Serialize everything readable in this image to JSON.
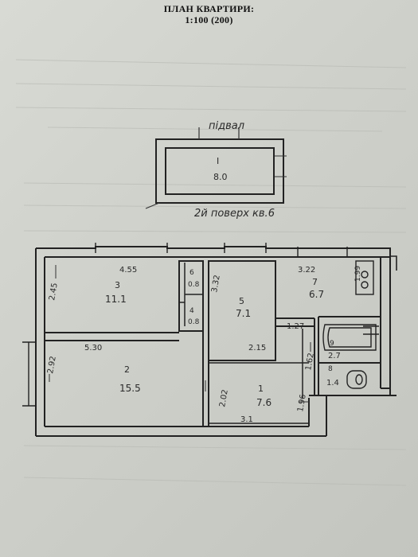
{
  "header": {
    "title": "ПЛАН КВАРТИРИ:",
    "scale": "1:100 (200)"
  },
  "plan": {
    "basement": {
      "label": "підвал",
      "room_number": "I",
      "area": "8.0"
    },
    "address_note": "2й поверх кв.6",
    "rooms": [
      {
        "number": "3",
        "area": "11.1",
        "dims": [
          "4.55",
          "2.45"
        ]
      },
      {
        "number": "2",
        "area": "15.5",
        "dims": [
          "5.30",
          "2.92"
        ]
      },
      {
        "number": "6",
        "area": "0.8"
      },
      {
        "number": "4",
        "area": "0.8"
      },
      {
        "number": "5",
        "area": "7.1",
        "dims": [
          "3.32",
          "2.15"
        ]
      },
      {
        "number": "7",
        "area": "6.7",
        "dims": [
          "3.22",
          "1.99"
        ]
      },
      {
        "number": "9",
        "area": "2.7"
      },
      {
        "number": "1",
        "area": "7.6",
        "dims": [
          "2.02",
          "3.1",
          "1.96",
          "1.62"
        ]
      },
      {
        "number": "8",
        "area": "1.4"
      }
    ],
    "extra_dims": [
      "1.27"
    ]
  }
}
